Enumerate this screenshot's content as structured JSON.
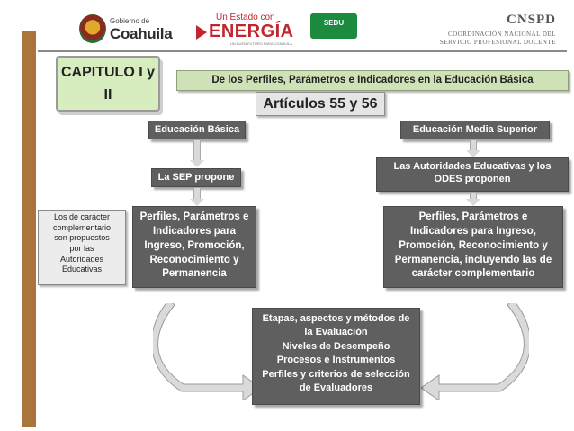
{
  "header": {
    "coahuila": {
      "small": "Gobierno de",
      "big": "Coahuila"
    },
    "energia": {
      "small": "Un Estado con",
      "big": "ENERGÍA",
      "tag": "UN BUEN FUTURO PARA COAHUILA"
    },
    "sedu": {
      "label": "SEDU"
    },
    "cnspd": {
      "acronym": "CNSPD",
      "line1": "COORDINACIÓN NACIONAL DEL",
      "line2": "SERVICIO PROFESIONAL DOCENTE"
    }
  },
  "capitulo": {
    "line1": "CAPITULO I y",
    "line2": "II"
  },
  "title": "De los Perfiles, Parámetros e Indicadores en la Educación Básica",
  "articulos": "Artículos 55 y 56",
  "left": {
    "header": "Educación Básica",
    "proposer": "La SEP propone",
    "perfiles": [
      "Perfiles, Parámetros e",
      "Indicadores para",
      "Ingreso, Promoción,",
      "Reconocimiento y",
      "Permanencia"
    ],
    "note": [
      "Los de carácter",
      "complementario",
      "son propuestos",
      "por las",
      "Autoridades",
      "Educativas"
    ]
  },
  "right": {
    "header": "Educación Media Superior",
    "proposer": [
      "Las Autoridades Educativas y los",
      "ODES proponen"
    ],
    "perfiles": [
      "Perfiles, Parámetros e",
      "Indicadores para Ingreso,",
      "Promoción, Reconocimiento y",
      "Permanencia, incluyendo las de",
      "carácter complementario"
    ]
  },
  "etapas": [
    "Etapas, aspectos y métodos de",
    "la Evaluación",
    "Niveles de Desempeño",
    "Procesos e Instrumentos",
    "Perfiles y criterios de selección",
    "de  Evaluadores"
  ],
  "colors": {
    "dark_box": "#5f5f5f",
    "light_green": "#d7ecbf",
    "bar": "#a9753b"
  }
}
